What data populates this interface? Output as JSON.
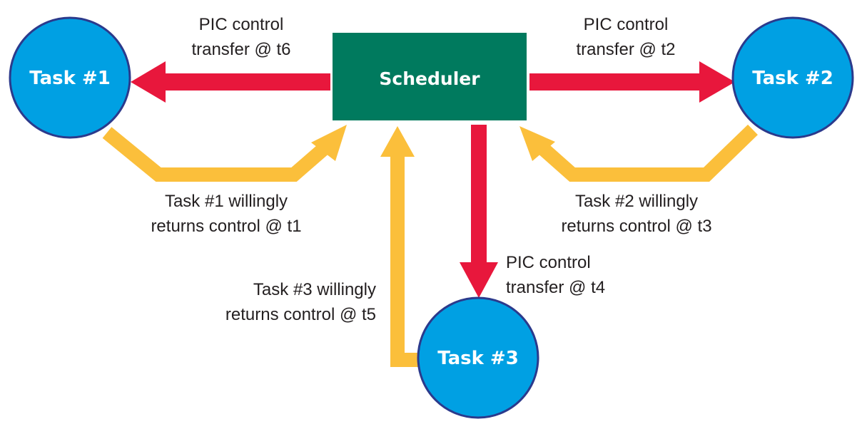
{
  "nodes": {
    "scheduler": {
      "label": "Scheduler"
    },
    "task1": {
      "label": "Task #1"
    },
    "task2": {
      "label": "Task #2"
    },
    "task3": {
      "label": "Task #3"
    }
  },
  "edges": {
    "sched_to_task1": {
      "line1": "PIC control",
      "line2": "transfer @ t6"
    },
    "sched_to_task2": {
      "line1": "PIC control",
      "line2": "transfer @ t2"
    },
    "sched_to_task3": {
      "line1": "PIC control",
      "line2": "transfer @ t4"
    },
    "task1_to_sched": {
      "line1": "Task #1 willingly",
      "line2": "returns control @ t1"
    },
    "task2_to_sched": {
      "line1": "Task #2 willingly",
      "line2": "returns control @ t3"
    },
    "task3_to_sched": {
      "line1": "Task #3 willingly",
      "line2": "returns control @ t5"
    }
  },
  "colors": {
    "scheduler_fill": "#007a5e",
    "task_fill": "#00a0e3",
    "task_stroke": "#2b3a8c",
    "control_transfer_arrow": "#e8173c",
    "willing_return_arrow": "#fbbf3b"
  }
}
